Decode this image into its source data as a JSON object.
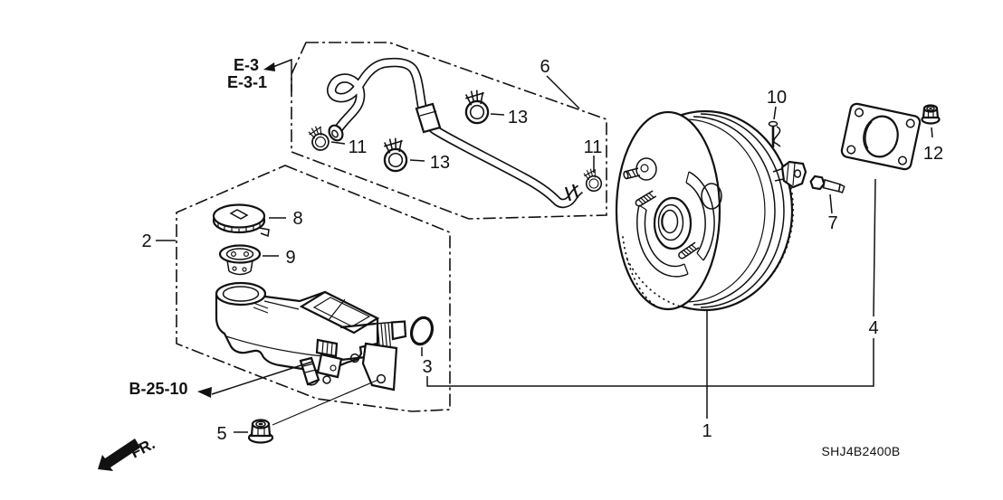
{
  "diagram": {
    "code": "SHJ4B2400B",
    "refs": {
      "e3": "E-3",
      "e31": "E-3-1",
      "b2510": "B-25-10",
      "fr": "FR."
    },
    "callouts": {
      "c1": "1",
      "c2": "2",
      "c3": "3",
      "c4": "4",
      "c5": "5",
      "c6": "6",
      "c7": "7",
      "c8": "8",
      "c9": "9",
      "c10": "10",
      "c11a": "11",
      "c11b": "11",
      "c12": "12",
      "c13a": "13",
      "c13b": "13"
    }
  }
}
